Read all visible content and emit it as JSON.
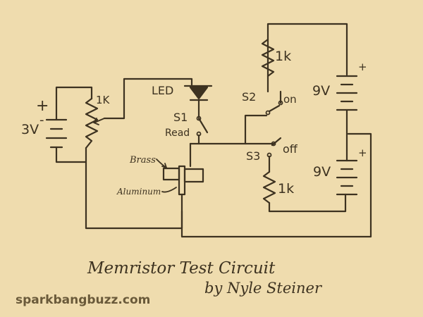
{
  "colors": {
    "paper": "#efdcae",
    "ink": "#3d3220",
    "footer": "#6a5a3a"
  },
  "battery_left": {
    "voltage": "3V",
    "plus": "+",
    "minus": "-"
  },
  "pot": {
    "label": "1K"
  },
  "led": {
    "label": "LED"
  },
  "switch_s1": {
    "name": "S1",
    "mode": "Read"
  },
  "memristor": {
    "top_label": "Brass",
    "bottom_label": "Aluminum"
  },
  "switch_s2": {
    "name": "S2",
    "state": "on"
  },
  "switch_s3": {
    "name": "S3",
    "state": "off"
  },
  "resistor_top": {
    "label": "1k"
  },
  "resistor_bottom": {
    "label": "1k"
  },
  "battery_top": {
    "voltage": "9V",
    "plus": "+"
  },
  "battery_bottom": {
    "voltage": "9V",
    "plus": "+"
  },
  "title": "Memristor Test Circuit",
  "author": "by Nyle Steiner",
  "website": "sparkbangbuzz.com"
}
